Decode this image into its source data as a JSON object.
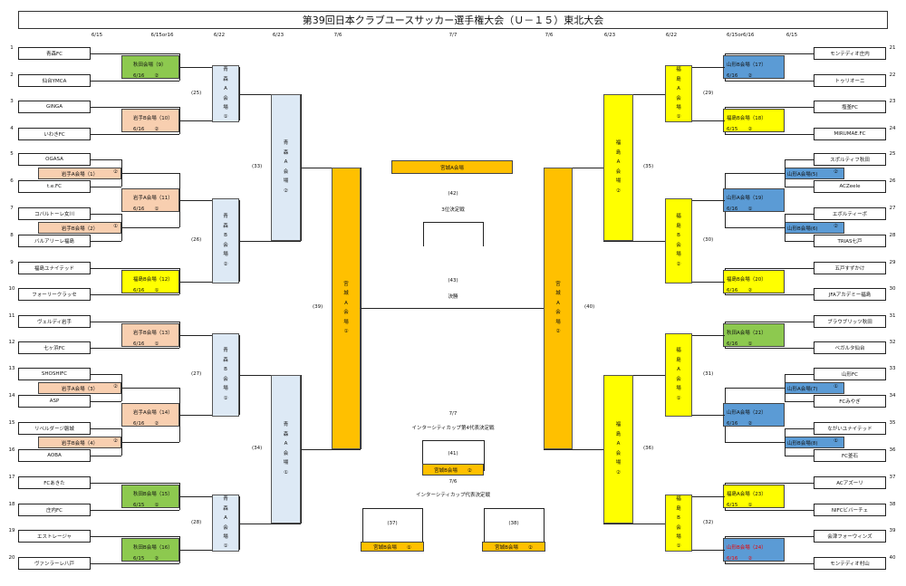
{
  "title": "第39回日本クラブユースサッカー選手権大会（Ｕ－１５）東北大会",
  "dates": [
    "6/15",
    "6/15or16",
    "6/22",
    "6/23",
    "7/6",
    "7/7",
    "7/6",
    "6/23",
    "6/22",
    "6/15or6/16",
    "6/15"
  ],
  "left_teams": [
    {
      "n": "1",
      "name": "青森FC"
    },
    {
      "n": "2",
      "name": "仙台YMCA"
    },
    {
      "n": "3",
      "name": "GINGA"
    },
    {
      "n": "4",
      "name": "いわきFC"
    },
    {
      "n": "5",
      "name": "OGASA"
    },
    {
      "n": "6",
      "name": "t.e.FC"
    },
    {
      "n": "7",
      "name": "コバルトーレ女川"
    },
    {
      "n": "8",
      "name": "バルアリーレ福島"
    },
    {
      "n": "9",
      "name": "福島ユナイテッド"
    },
    {
      "n": "10",
      "name": "フォーリークラッセ"
    },
    {
      "n": "11",
      "name": "ヴェルディ岩手"
    },
    {
      "n": "12",
      "name": "七ヶ浜FC"
    },
    {
      "n": "13",
      "name": "SHOSHIFC"
    },
    {
      "n": "14",
      "name": "ASP"
    },
    {
      "n": "15",
      "name": "リベルダージ磐城"
    },
    {
      "n": "16",
      "name": "AOBA"
    },
    {
      "n": "17",
      "name": "FCあきた"
    },
    {
      "n": "18",
      "name": "庄内FC"
    },
    {
      "n": "19",
      "name": "エストレージャ"
    },
    {
      "n": "20",
      "name": "ヴァンラーレ八戸"
    }
  ],
  "right_teams": [
    {
      "n": "21",
      "name": "モンテディオ庄内"
    },
    {
      "n": "22",
      "name": "トゥリオーニ"
    },
    {
      "n": "23",
      "name": "塩釜FC"
    },
    {
      "n": "24",
      "name": "MIRUMAE.FC"
    },
    {
      "n": "25",
      "name": "スポルティフ秋田"
    },
    {
      "n": "26",
      "name": "ACZeele"
    },
    {
      "n": "27",
      "name": "エボルティーボ"
    },
    {
      "n": "28",
      "name": "TRIAS七戸"
    },
    {
      "n": "29",
      "name": "五戸すずかけ"
    },
    {
      "n": "30",
      "name": "JFAアカデミー福島"
    },
    {
      "n": "31",
      "name": "ブラウブリッツ秋田"
    },
    {
      "n": "32",
      "name": "ベガルタ仙台"
    },
    {
      "n": "33",
      "name": "山形FC"
    },
    {
      "n": "34",
      "name": "FCみやぎ"
    },
    {
      "n": "35",
      "name": "ながいユナイテッド"
    },
    {
      "n": "36",
      "name": "FC釜石"
    },
    {
      "n": "37",
      "name": "ACアズーリ"
    },
    {
      "n": "38",
      "name": "NIFCビバーチェ"
    },
    {
      "n": "39",
      "name": "会津フォーウィンズ"
    },
    {
      "n": "40",
      "name": "モンテディオ村山"
    }
  ],
  "pre_left": [
    {
      "label": "岩手A会場（1）",
      "num": "②"
    },
    {
      "label": "岩手B会場（2）",
      "num": "①"
    },
    {
      "label": "岩手A会場（3）",
      "num": "②"
    },
    {
      "label": "岩手B会場（4）",
      "num": "②"
    }
  ],
  "pre_right": [
    {
      "label": "山形A会場(5)",
      "num": "②"
    },
    {
      "label": "山形B会場(6)",
      "num": "②"
    },
    {
      "label": "山形A会場(7)",
      "num": "①"
    },
    {
      "label": "山形B会場(8)",
      "num": "①"
    }
  ],
  "r1_left": [
    {
      "label": "秋田会場（9）",
      "sub": "6/16　　②"
    },
    {
      "label": "岩手B会場（10）",
      "sub": "6/16　　②"
    },
    {
      "label": "岩手A会場（11）",
      "sub": "6/16　　①"
    },
    {
      "label": "福島B会場（12）",
      "sub": "6/16　　①"
    },
    {
      "label": "岩手B会場（13）",
      "sub": "6/16　　①"
    },
    {
      "label": "岩手A会場（14）",
      "sub": "6/16　　②"
    },
    {
      "label": "秋田B会場（15）",
      "sub": "6/15　　①"
    },
    {
      "label": "秋田B会場（16）",
      "sub": "6/15　　②"
    }
  ],
  "r1_right": [
    {
      "label": "山形B会場（17）",
      "sub": "6/16　　②"
    },
    {
      "label": "福島B会場（18）",
      "sub": "6/15　　②"
    },
    {
      "label": "山形A会場（19）",
      "sub": "6/16　　①"
    },
    {
      "label": "福島B会場（20）",
      "sub": "6/16　　②"
    },
    {
      "label": "秋田A会場（21）",
      "sub": "6/16　　①"
    },
    {
      "label": "山形A会場（22）",
      "sub": "6/16　　②"
    },
    {
      "label": "福島A会場（23）",
      "sub": "6/15　　①"
    },
    {
      "label": "山形B会場（24）",
      "sub": "6/16　　②"
    }
  ],
  "r2_left": [
    {
      "num": "(25)",
      "venue": "青森A会場①"
    },
    {
      "num": "(26)",
      "venue": "青森B会場②"
    },
    {
      "num": "(27)",
      "venue": "青森B会場①"
    },
    {
      "num": "(28)",
      "venue": "青森A会場①"
    }
  ],
  "r2_right": [
    {
      "num": "(29)",
      "venue": "福島A会場①"
    },
    {
      "num": "(30)",
      "venue": "福島B会場②"
    },
    {
      "num": "(31)",
      "venue": "福島A会場①"
    },
    {
      "num": "(32)",
      "venue": "福島B会場①"
    }
  ],
  "r3_left": [
    {
      "num": "(33)",
      "venue": "青森A会場②"
    },
    {
      "num": "(34)",
      "venue": "青森A会場①"
    }
  ],
  "r3_right": [
    {
      "num": "(35)",
      "venue": "福島A会場②"
    },
    {
      "num": "(36)",
      "venue": "福島A会場②"
    }
  ],
  "semi_left": {
    "num": "(39)",
    "venue": "宮城A会場①"
  },
  "semi_right": {
    "num": "(40)",
    "venue": "宮城A会場②"
  },
  "center": {
    "venue_top": "宮城A会場",
    "third_num": "(42)",
    "third_label": "3位決定戦",
    "final_num": "(43)",
    "final_label": "決勝",
    "ic_date": "7/7",
    "ic_label": "インターシティカップ第4代表決定戦",
    "ic_num": "(41)",
    "ic_venue": "宮城B会場　　②",
    "ic2_date": "7/6",
    "ic2_label": "インターシティカップ代表決定戦",
    "m37": "(37)",
    "m37_venue": "宮城B会場　　①",
    "m38": "(38)",
    "m38_venue": "宮城B会場　　②"
  }
}
